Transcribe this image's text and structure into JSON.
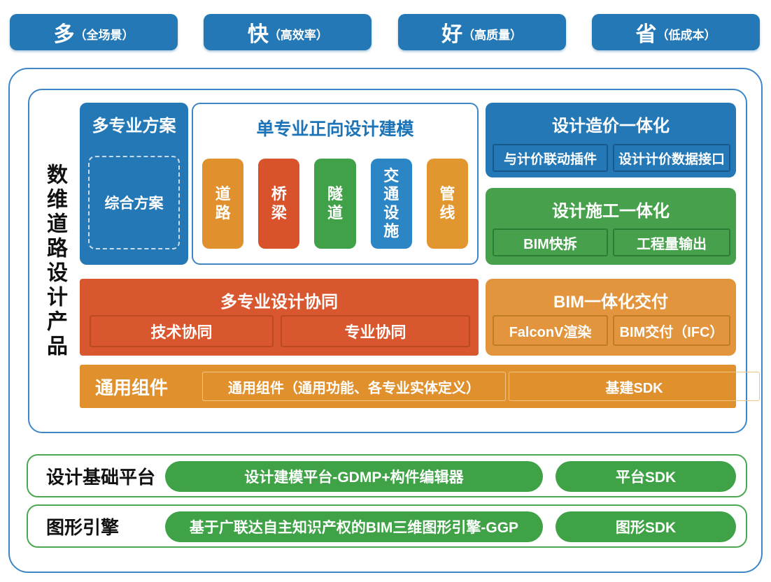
{
  "palette": {
    "blue": "#2478B6",
    "blue_dark_border": "#17598C",
    "pill_blue": "#2C85C4",
    "green": "#47A04B",
    "pill_green": "#41A148",
    "bottom_pill_green": "#3FA247",
    "row_border_green": "#4BA852",
    "orange": "#E0912E",
    "orange_delivery": "#E2953C",
    "red": "#D8572E",
    "container_border_blue": "#3E86C8",
    "modeling_title_blue": "#1B74B8"
  },
  "top_badges": [
    {
      "main": "多",
      "sub": "（全场景）"
    },
    {
      "main": "快",
      "sub": "（高效率）"
    },
    {
      "main": "好",
      "sub": "（高质量）"
    },
    {
      "main": "省",
      "sub": "（低成本）"
    }
  ],
  "product": {
    "side_label": "数维道路设计产品",
    "multi_scheme": {
      "title": "多专业方案",
      "inner": "综合方案"
    },
    "single_modeling": {
      "title": "单专业正向设计建模",
      "pills": [
        {
          "label": "道路",
          "color": "#E0912E"
        },
        {
          "label": "桥梁",
          "color": "#D8532B"
        },
        {
          "label": "隧道",
          "color": "#41A148"
        },
        {
          "label": "交通设施",
          "color": "#2C85C4"
        },
        {
          "label": "管线",
          "color": "#E2962F"
        }
      ]
    },
    "cost": {
      "title": "设计造价一体化",
      "items": [
        "与计价联动插件",
        "设计计价数据接口"
      ]
    },
    "construction": {
      "title": "设计施工一体化",
      "items": [
        "BIM快拆",
        "工程量输出"
      ]
    },
    "collaboration": {
      "title": "多专业设计协同",
      "items": [
        "技术协同",
        "专业协同"
      ]
    },
    "delivery": {
      "title": "BIM一体化交付",
      "items": [
        "FalconV渲染",
        "BIM交付（IFC）"
      ]
    },
    "common": {
      "label": "通用组件",
      "items": [
        "通用组件（通用功能、各专业实体定义）",
        "基建SDK"
      ]
    }
  },
  "platform_row": {
    "label": "设计基础平台",
    "items": [
      "设计建模平台-GDMP+构件编辑器",
      "平台SDK"
    ]
  },
  "engine_row": {
    "label": "图形引擎",
    "items": [
      "基于广联达自主知识产权的BIM三维图形引擎-GGP",
      "图形SDK"
    ]
  }
}
